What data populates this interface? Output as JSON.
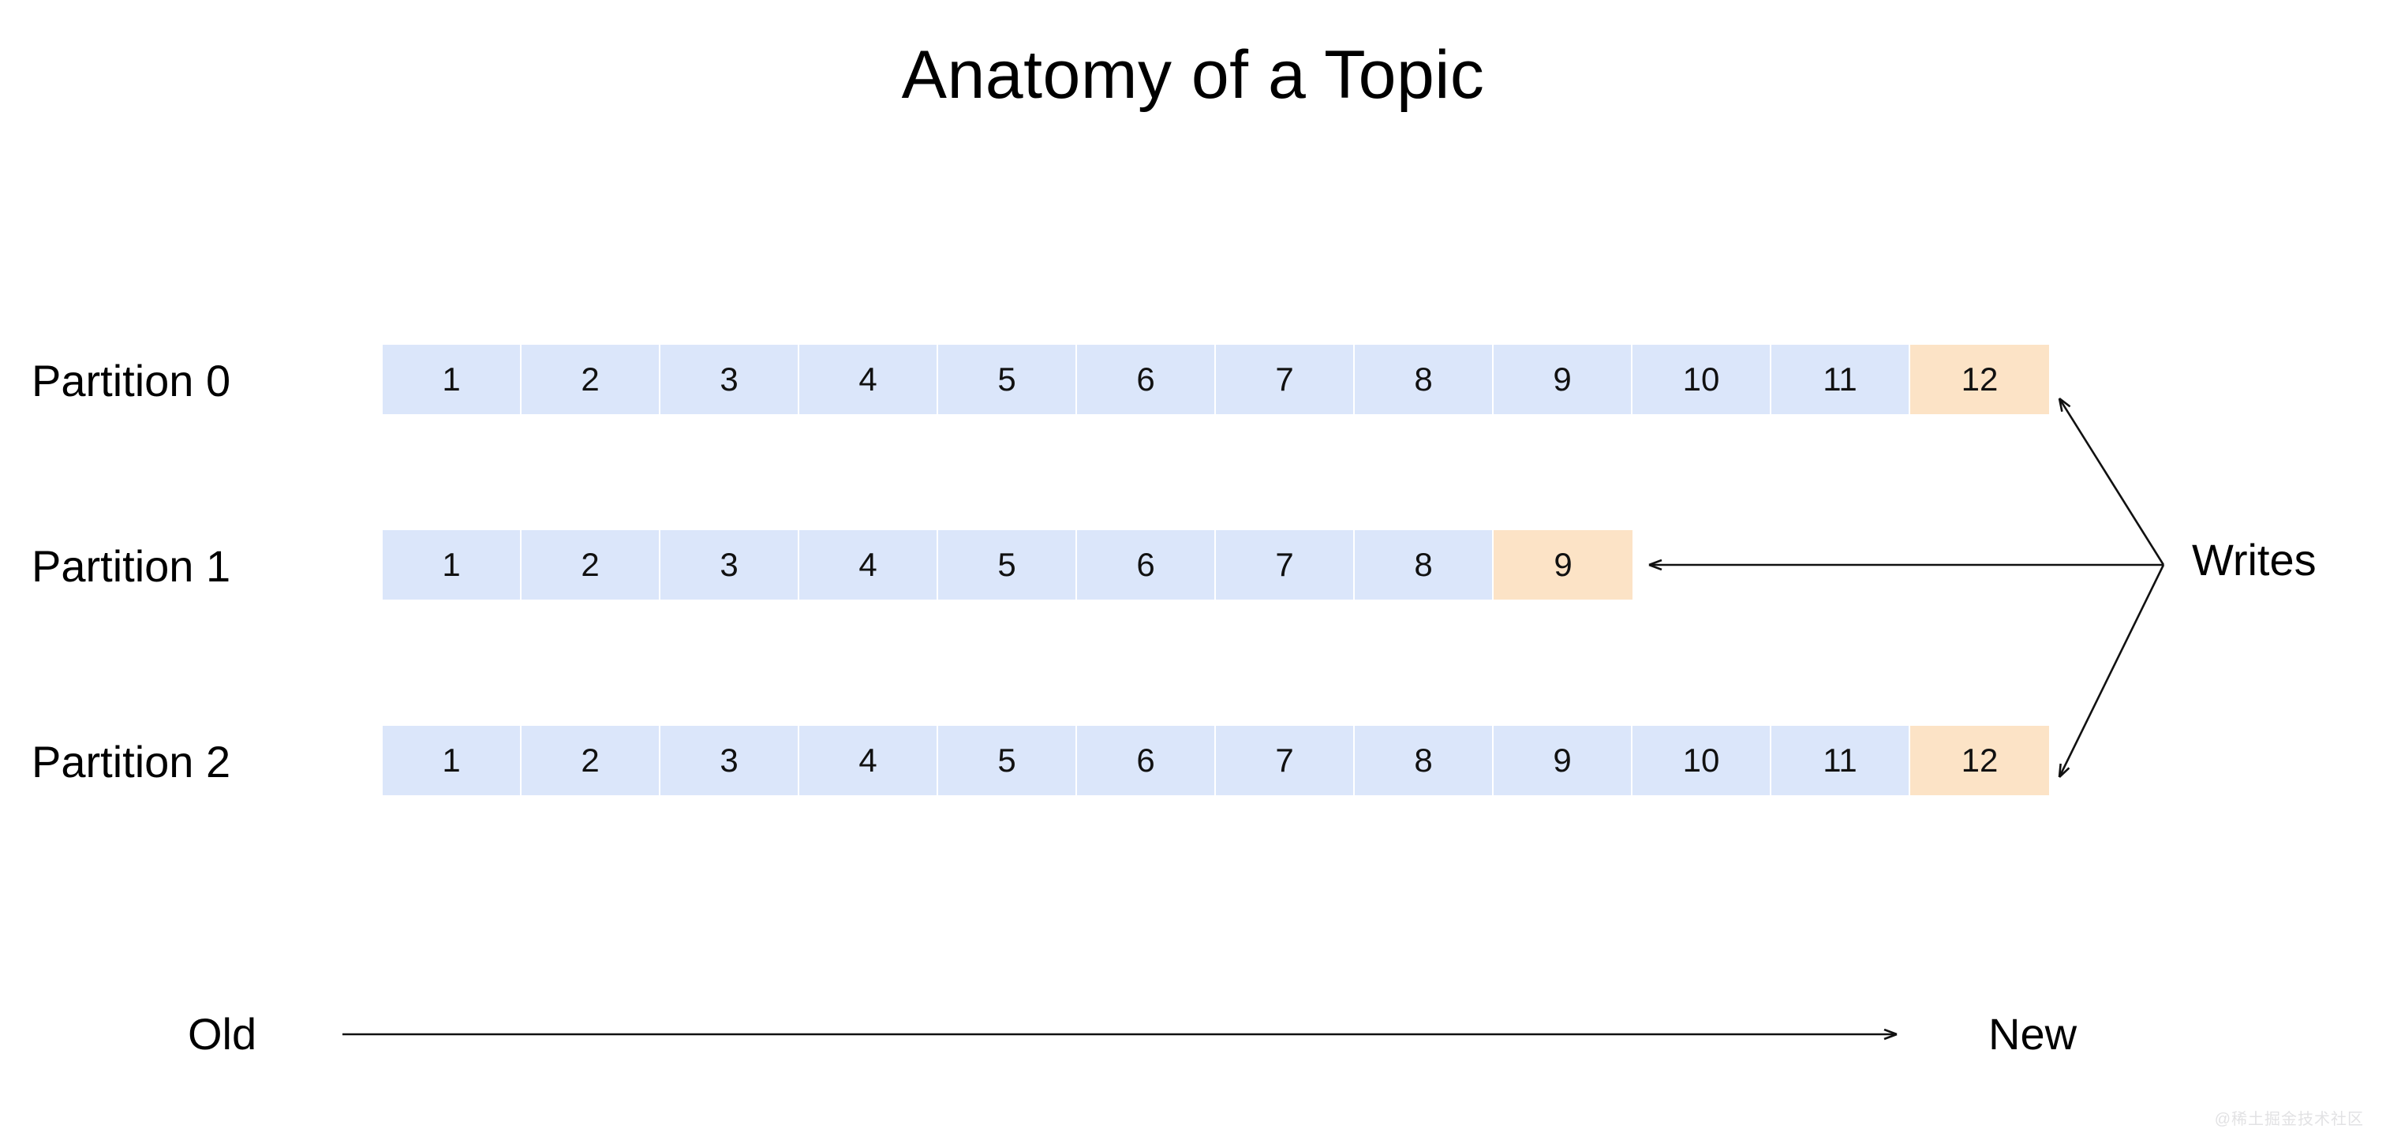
{
  "title": "Anatomy of a Topic",
  "colors": {
    "cell_normal": "#dbe6fa",
    "cell_latest": "#fce3c6",
    "text": "#000000",
    "arrow": "#111111",
    "background": "#ffffff",
    "watermark": "#e2e2e4"
  },
  "partitions": [
    {
      "label": "Partition 0",
      "cells": [
        "1",
        "2",
        "3",
        "4",
        "5",
        "6",
        "7",
        "8",
        "9",
        "10",
        "11",
        "12"
      ],
      "latest_index": 11
    },
    {
      "label": "Partition 1",
      "cells": [
        "1",
        "2",
        "3",
        "4",
        "5",
        "6",
        "7",
        "8",
        "9"
      ],
      "latest_index": 8
    },
    {
      "label": "Partition 2",
      "cells": [
        "1",
        "2",
        "3",
        "4",
        "5",
        "6",
        "7",
        "8",
        "9",
        "10",
        "11",
        "12"
      ],
      "latest_index": 11
    }
  ],
  "writes": {
    "label": "Writes"
  },
  "timeline": {
    "old_label": "Old",
    "new_label": "New"
  },
  "watermark": "@稀土掘金技术社区"
}
